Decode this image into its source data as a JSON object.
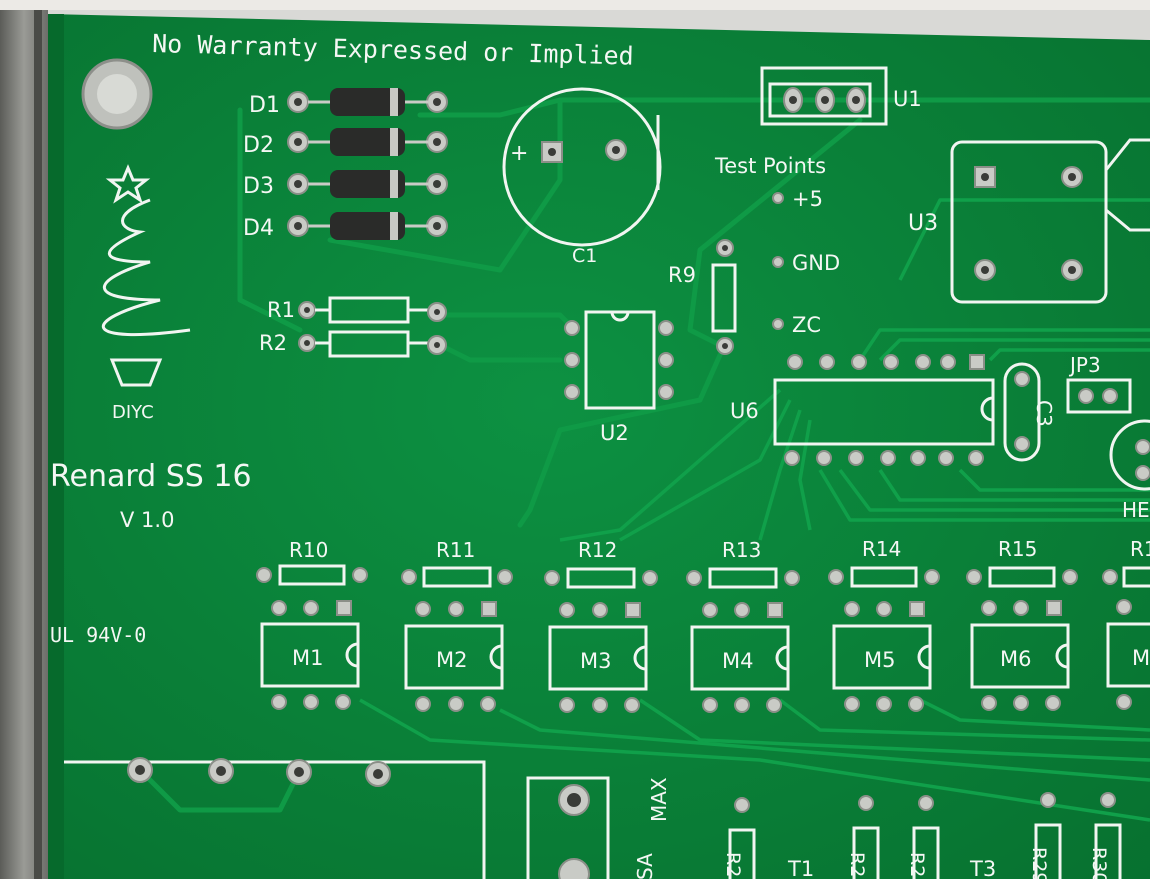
{
  "board": {
    "warranty_text": "No Warranty Expressed or Implied",
    "logo_text": "DIYC",
    "title": "Renard SS 16",
    "version": "V 1.0",
    "rating": "UL 94V-0",
    "test_points_title": "Test Points",
    "test_points": [
      "+5",
      "GND",
      "ZC"
    ],
    "diodes": [
      "D1",
      "D2",
      "D3",
      "D4"
    ],
    "resistors_left": [
      "R1",
      "R2"
    ],
    "r9": "R9",
    "c1": "C1",
    "c3": "C3",
    "u1": "U1",
    "u2": "U2",
    "u3": "U3",
    "u6": "U6",
    "jp3": "JP3",
    "partial_he": "HE",
    "resistor_row": [
      "R10",
      "R11",
      "R12",
      "R13",
      "R14",
      "R15",
      "R1"
    ],
    "modules": [
      "M1",
      "M2",
      "M3",
      "M4",
      "M5",
      "M6",
      "M"
    ],
    "bottom_labels": {
      "max": "MAX",
      "t1": "T1",
      "t3": "T3",
      "r2a": "R2",
      "r2b": "R2",
      "r2c": "R2",
      "r29": "R29",
      "r30": "R30",
      "sa": "SA"
    }
  },
  "colors": {
    "pcb_green": "#0b8a3c",
    "trace_green": "#0f9a46",
    "silkscreen": "#f4f7f4",
    "pad_tin": "#c9cbc6",
    "enclosure_metal": "#7d7f7a"
  }
}
